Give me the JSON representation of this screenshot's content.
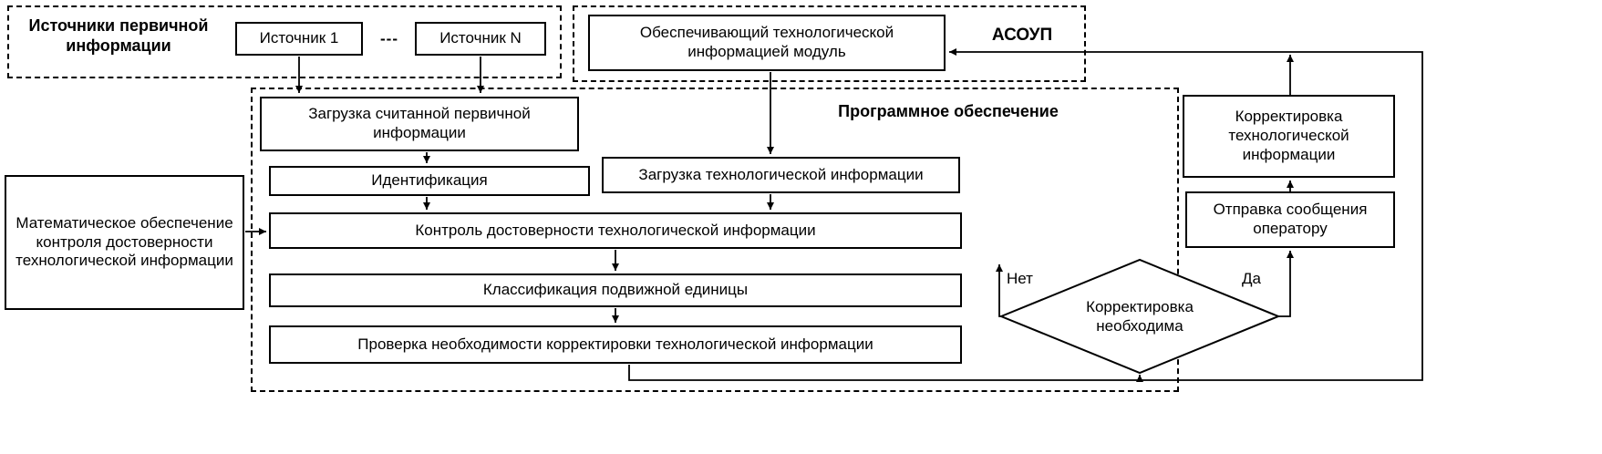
{
  "diagram": {
    "groups": {
      "sources_label": "Источники первичной информации",
      "asoup_label": "АСОУП",
      "software_label": "Программное обеспечение"
    },
    "nodes": {
      "source1": "Источник 1",
      "dots": "---",
      "sourceN": "Источник N",
      "module": "Обеспечивающий технологической информацией модуль",
      "load_primary": "Загрузка считанной первичной информации",
      "identification": "Идентификация",
      "load_tech": "Загрузка технологической информации",
      "control": "Контроль достоверности технологической информации",
      "classification": "Классификация подвижной единицы",
      "check": "Проверка необходимости корректировки технологической информации",
      "math": "Математическое обеспечение контроля достоверности технологической информации",
      "correction": "Корректировка технологической информации",
      "send_message": "Отправка сообщения оператору",
      "decision": "Корректировка необходима"
    },
    "edge_labels": {
      "no": "Нет",
      "yes": "Да"
    },
    "edges": [
      {
        "from": "source1",
        "to": "load_primary"
      },
      {
        "from": "sourceN",
        "to": "load_primary"
      },
      {
        "from": "load_primary",
        "to": "identification"
      },
      {
        "from": "identification",
        "to": "control"
      },
      {
        "from": "module",
        "to": "load_tech"
      },
      {
        "from": "load_tech",
        "to": "control"
      },
      {
        "from": "math",
        "to": "control"
      },
      {
        "from": "control",
        "to": "classification"
      },
      {
        "from": "classification",
        "to": "check"
      },
      {
        "from": "check",
        "to": "decision"
      },
      {
        "from": "decision",
        "to": "send_message",
        "label": "Да"
      },
      {
        "from": "decision",
        "to": "return",
        "label": "Нет"
      },
      {
        "from": "send_message",
        "to": "correction"
      },
      {
        "from": "correction",
        "to": "module"
      },
      {
        "from": "check",
        "to": "module"
      }
    ],
    "colors": {
      "line": "#000000",
      "border": "#000000",
      "background": "#ffffff",
      "text": "#000000"
    }
  }
}
